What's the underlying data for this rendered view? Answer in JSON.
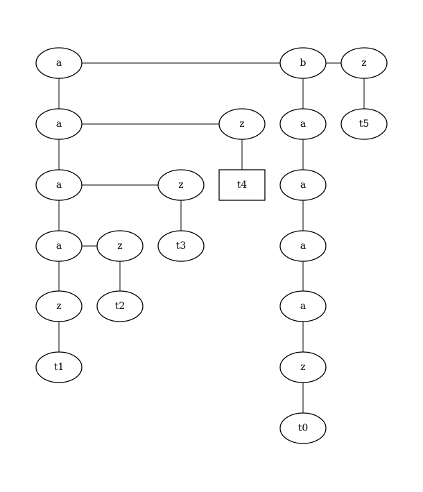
{
  "diagram": {
    "nodes": [
      {
        "id": "n_a1",
        "label": "a",
        "shape": "ellipse"
      },
      {
        "id": "n_b",
        "label": "b",
        "shape": "ellipse"
      },
      {
        "id": "n_z6",
        "label": "z",
        "shape": "ellipse"
      },
      {
        "id": "n_a2",
        "label": "a",
        "shape": "ellipse"
      },
      {
        "id": "n_z5",
        "label": "z",
        "shape": "ellipse"
      },
      {
        "id": "n_a5",
        "label": "a",
        "shape": "ellipse"
      },
      {
        "id": "n_t5",
        "label": "t5",
        "shape": "ellipse"
      },
      {
        "id": "n_a3",
        "label": "a",
        "shape": "ellipse"
      },
      {
        "id": "n_z4",
        "label": "z",
        "shape": "ellipse"
      },
      {
        "id": "n_t4",
        "label": "t4",
        "shape": "box"
      },
      {
        "id": "n_a6",
        "label": "a",
        "shape": "ellipse"
      },
      {
        "id": "n_a4",
        "label": "a",
        "shape": "ellipse"
      },
      {
        "id": "n_z3",
        "label": "z",
        "shape": "ellipse"
      },
      {
        "id": "n_t3",
        "label": "t3",
        "shape": "ellipse"
      },
      {
        "id": "n_a7",
        "label": "a",
        "shape": "ellipse"
      },
      {
        "id": "n_z1",
        "label": "z",
        "shape": "ellipse"
      },
      {
        "id": "n_t2",
        "label": "t2",
        "shape": "ellipse"
      },
      {
        "id": "n_a8",
        "label": "a",
        "shape": "ellipse"
      },
      {
        "id": "n_t1",
        "label": "t1",
        "shape": "ellipse"
      },
      {
        "id": "n_z2",
        "label": "z",
        "shape": "ellipse"
      },
      {
        "id": "n_t0",
        "label": "t0",
        "shape": "ellipse"
      }
    ],
    "edges": [
      [
        "n_a1",
        "n_b"
      ],
      [
        "n_b",
        "n_z6"
      ],
      [
        "n_a1",
        "n_a2"
      ],
      [
        "n_b",
        "n_a5"
      ],
      [
        "n_z6",
        "n_t5"
      ],
      [
        "n_a2",
        "n_z4"
      ],
      [
        "n_a2",
        "n_a3"
      ],
      [
        "n_z4",
        "n_t4"
      ],
      [
        "n_a5",
        "n_a6"
      ],
      [
        "n_a3",
        "n_z3"
      ],
      [
        "n_a3",
        "n_a4"
      ],
      [
        "n_z3",
        "n_t3"
      ],
      [
        "n_a6",
        "n_a7"
      ],
      [
        "n_a4",
        "n_z2x"
      ],
      [
        "n_a4",
        "n_z1"
      ],
      [
        "n_z2x",
        "n_t2"
      ],
      [
        "n_a7",
        "n_a8"
      ],
      [
        "n_z1",
        "n_t1"
      ],
      [
        "n_a8",
        "n_z2"
      ],
      [
        "n_z2",
        "n_t0"
      ]
    ]
  }
}
